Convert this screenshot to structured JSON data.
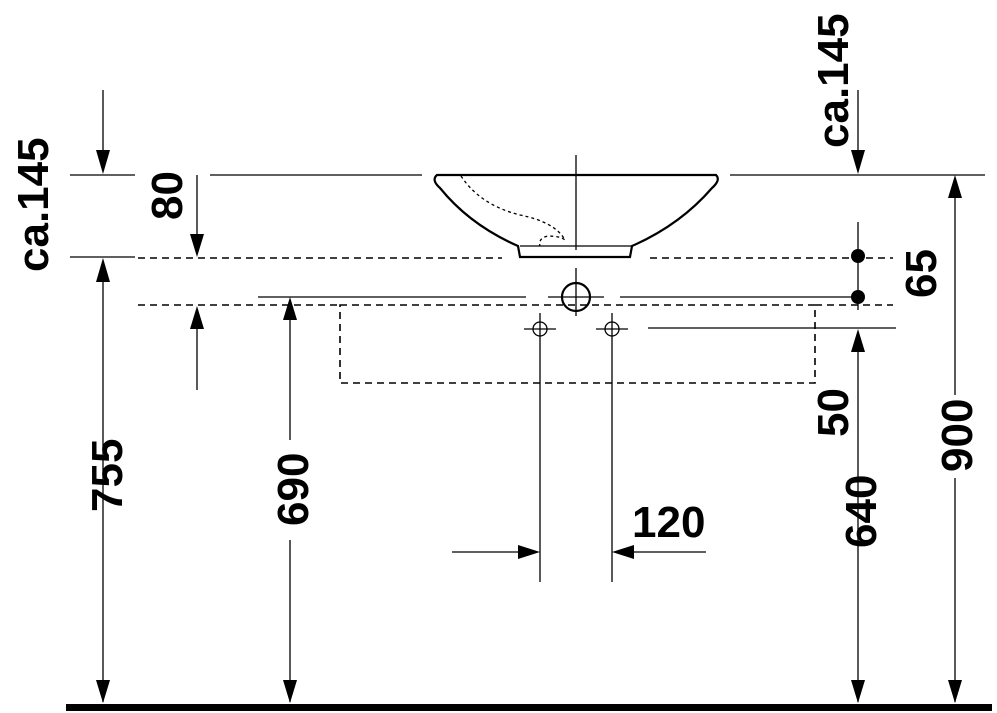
{
  "dimensions": {
    "top_left_ca145": "ca.145",
    "top_right_ca145": "ca.145",
    "d80": "80",
    "d65": "65",
    "d50": "50",
    "d755": "755",
    "d690": "690",
    "d640": "640",
    "d900": "900",
    "d120": "120"
  }
}
